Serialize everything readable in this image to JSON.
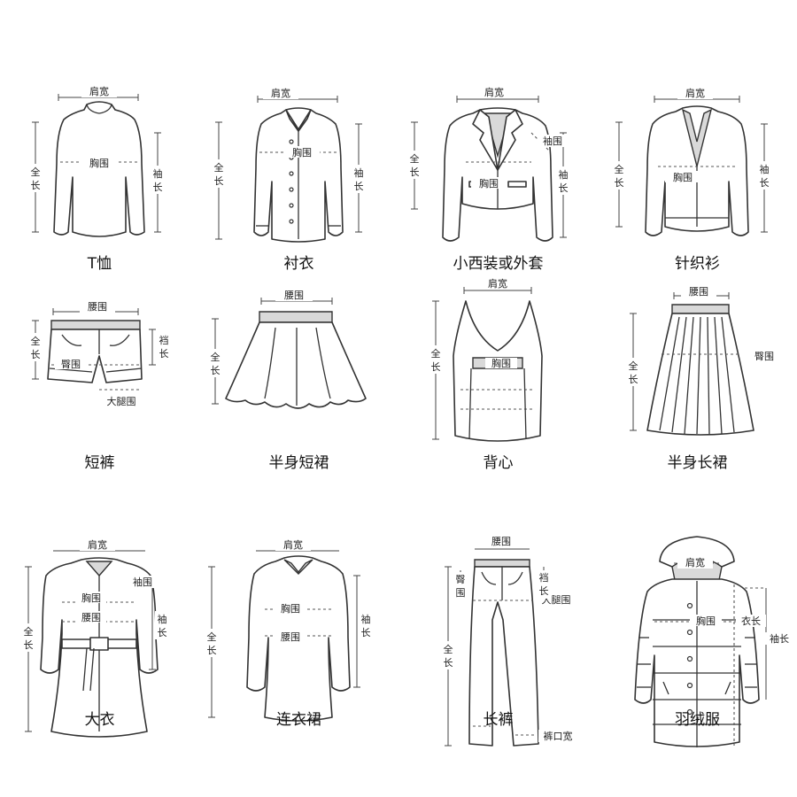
{
  "garments": [
    {
      "name": "T恤",
      "labels": {
        "shoulder": "肩宽",
        "chest": "胸围",
        "length_a": "全",
        "length_b": "长",
        "sleeve_a": "袖",
        "sleeve_b": "长"
      }
    },
    {
      "name": "衬衣",
      "labels": {
        "shoulder": "肩宽",
        "chest": "胸围",
        "length_a": "全",
        "length_b": "长",
        "sleeve_a": "袖",
        "sleeve_b": "长"
      }
    },
    {
      "name": "小西装或外套",
      "labels": {
        "shoulder": "肩宽",
        "chest": "胸围",
        "armhole": "袖围",
        "length_a": "全",
        "length_b": "长",
        "sleeve_a": "袖",
        "sleeve_b": "长"
      }
    },
    {
      "name": "针织衫",
      "labels": {
        "shoulder": "肩宽",
        "chest": "胸围",
        "length_a": "全",
        "length_b": "长",
        "sleeve_a": "袖",
        "sleeve_b": "长"
      }
    },
    {
      "name": "短裤",
      "labels": {
        "waist": "腰围",
        "hip": "臀围",
        "thigh": "大腿围",
        "length_a": "全",
        "length_b": "长",
        "crotch_a": "裆",
        "crotch_b": "长"
      }
    },
    {
      "name": "半身短裙",
      "labels": {
        "waist": "腰围",
        "length_a": "全",
        "length_b": "长"
      }
    },
    {
      "name": "背心",
      "labels": {
        "shoulder": "肩宽",
        "chest": "胸围",
        "length_a": "全",
        "length_b": "长"
      }
    },
    {
      "name": "半身长裙",
      "labels": {
        "waist": "腰围",
        "hip": "臀围",
        "length_a": "全",
        "length_b": "长"
      }
    },
    {
      "name": "大衣",
      "labels": {
        "shoulder": "肩宽",
        "chest": "胸围",
        "waist": "腰围",
        "armhole": "袖围",
        "length_a": "全",
        "length_b": "长",
        "sleeve_a": "袖",
        "sleeve_b": "长"
      }
    },
    {
      "name": "连衣裙",
      "labels": {
        "shoulder": "肩宽",
        "chest": "胸围",
        "waist": "腰围",
        "length_a": "全",
        "length_b": "长",
        "sleeve_a": "袖",
        "sleeve_b": "长"
      }
    },
    {
      "name": "长裤",
      "labels": {
        "waist": "腰围",
        "hip_a": "臀",
        "hip_b": "围",
        "thigh": "大腿围",
        "hem": "裤口宽",
        "length_a": "全",
        "length_b": "长",
        "crotch_a": "裆",
        "crotch_b": "长"
      }
    },
    {
      "name": "羽绒服",
      "labels": {
        "shoulder": "肩宽",
        "chest": "胸围",
        "body_length": "衣长",
        "sleeve_length": "袖长"
      }
    }
  ]
}
